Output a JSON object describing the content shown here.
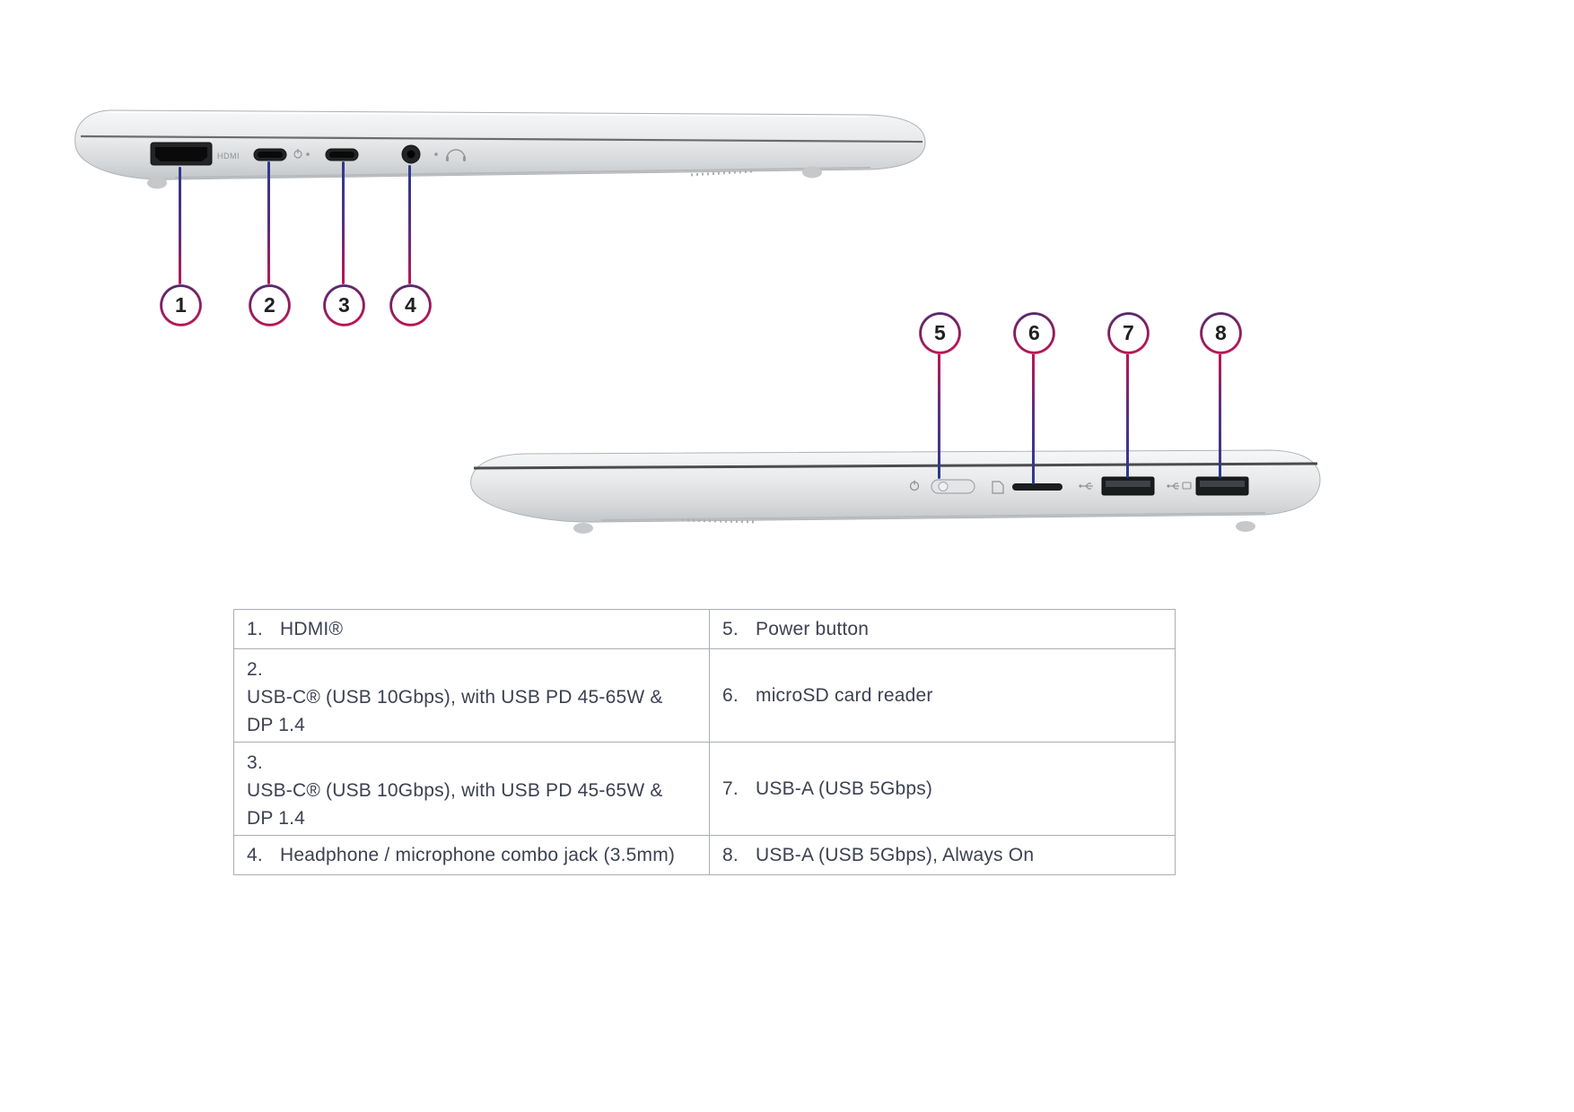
{
  "colors": {
    "line_blue": "#2b3990",
    "line_red": "#bf1552",
    "ring_top": "#472a6e",
    "ring_bottom": "#c31352",
    "table_border": "#a9adb2",
    "text": "#3d4152"
  },
  "callouts": [
    "1",
    "2",
    "3",
    "4",
    "5",
    "6",
    "7",
    "8"
  ],
  "laptop_left": {
    "hdmi_label": "HDMI"
  },
  "table": {
    "rows": [
      {
        "left": {
          "num": "1.",
          "text": "HDMI®"
        },
        "right": {
          "num": "5.",
          "text": "Power button"
        }
      },
      {
        "left": {
          "num": "2.",
          "text": "USB-C® (USB 10Gbps), with USB PD 45-65W & DP 1.4"
        },
        "right": {
          "num": "6.",
          "text": "microSD card reader"
        }
      },
      {
        "left": {
          "num": "3.",
          "text": "USB-C® (USB 10Gbps), with USB PD 45-65W & DP 1.4"
        },
        "right": {
          "num": "7.",
          "text": "USB-A (USB 5Gbps)"
        }
      },
      {
        "left": {
          "num": "4.",
          "text": "Headphone / microphone combo jack (3.5mm)"
        },
        "right": {
          "num": "8.",
          "text": "USB-A (USB 5Gbps), Always On"
        }
      }
    ]
  }
}
